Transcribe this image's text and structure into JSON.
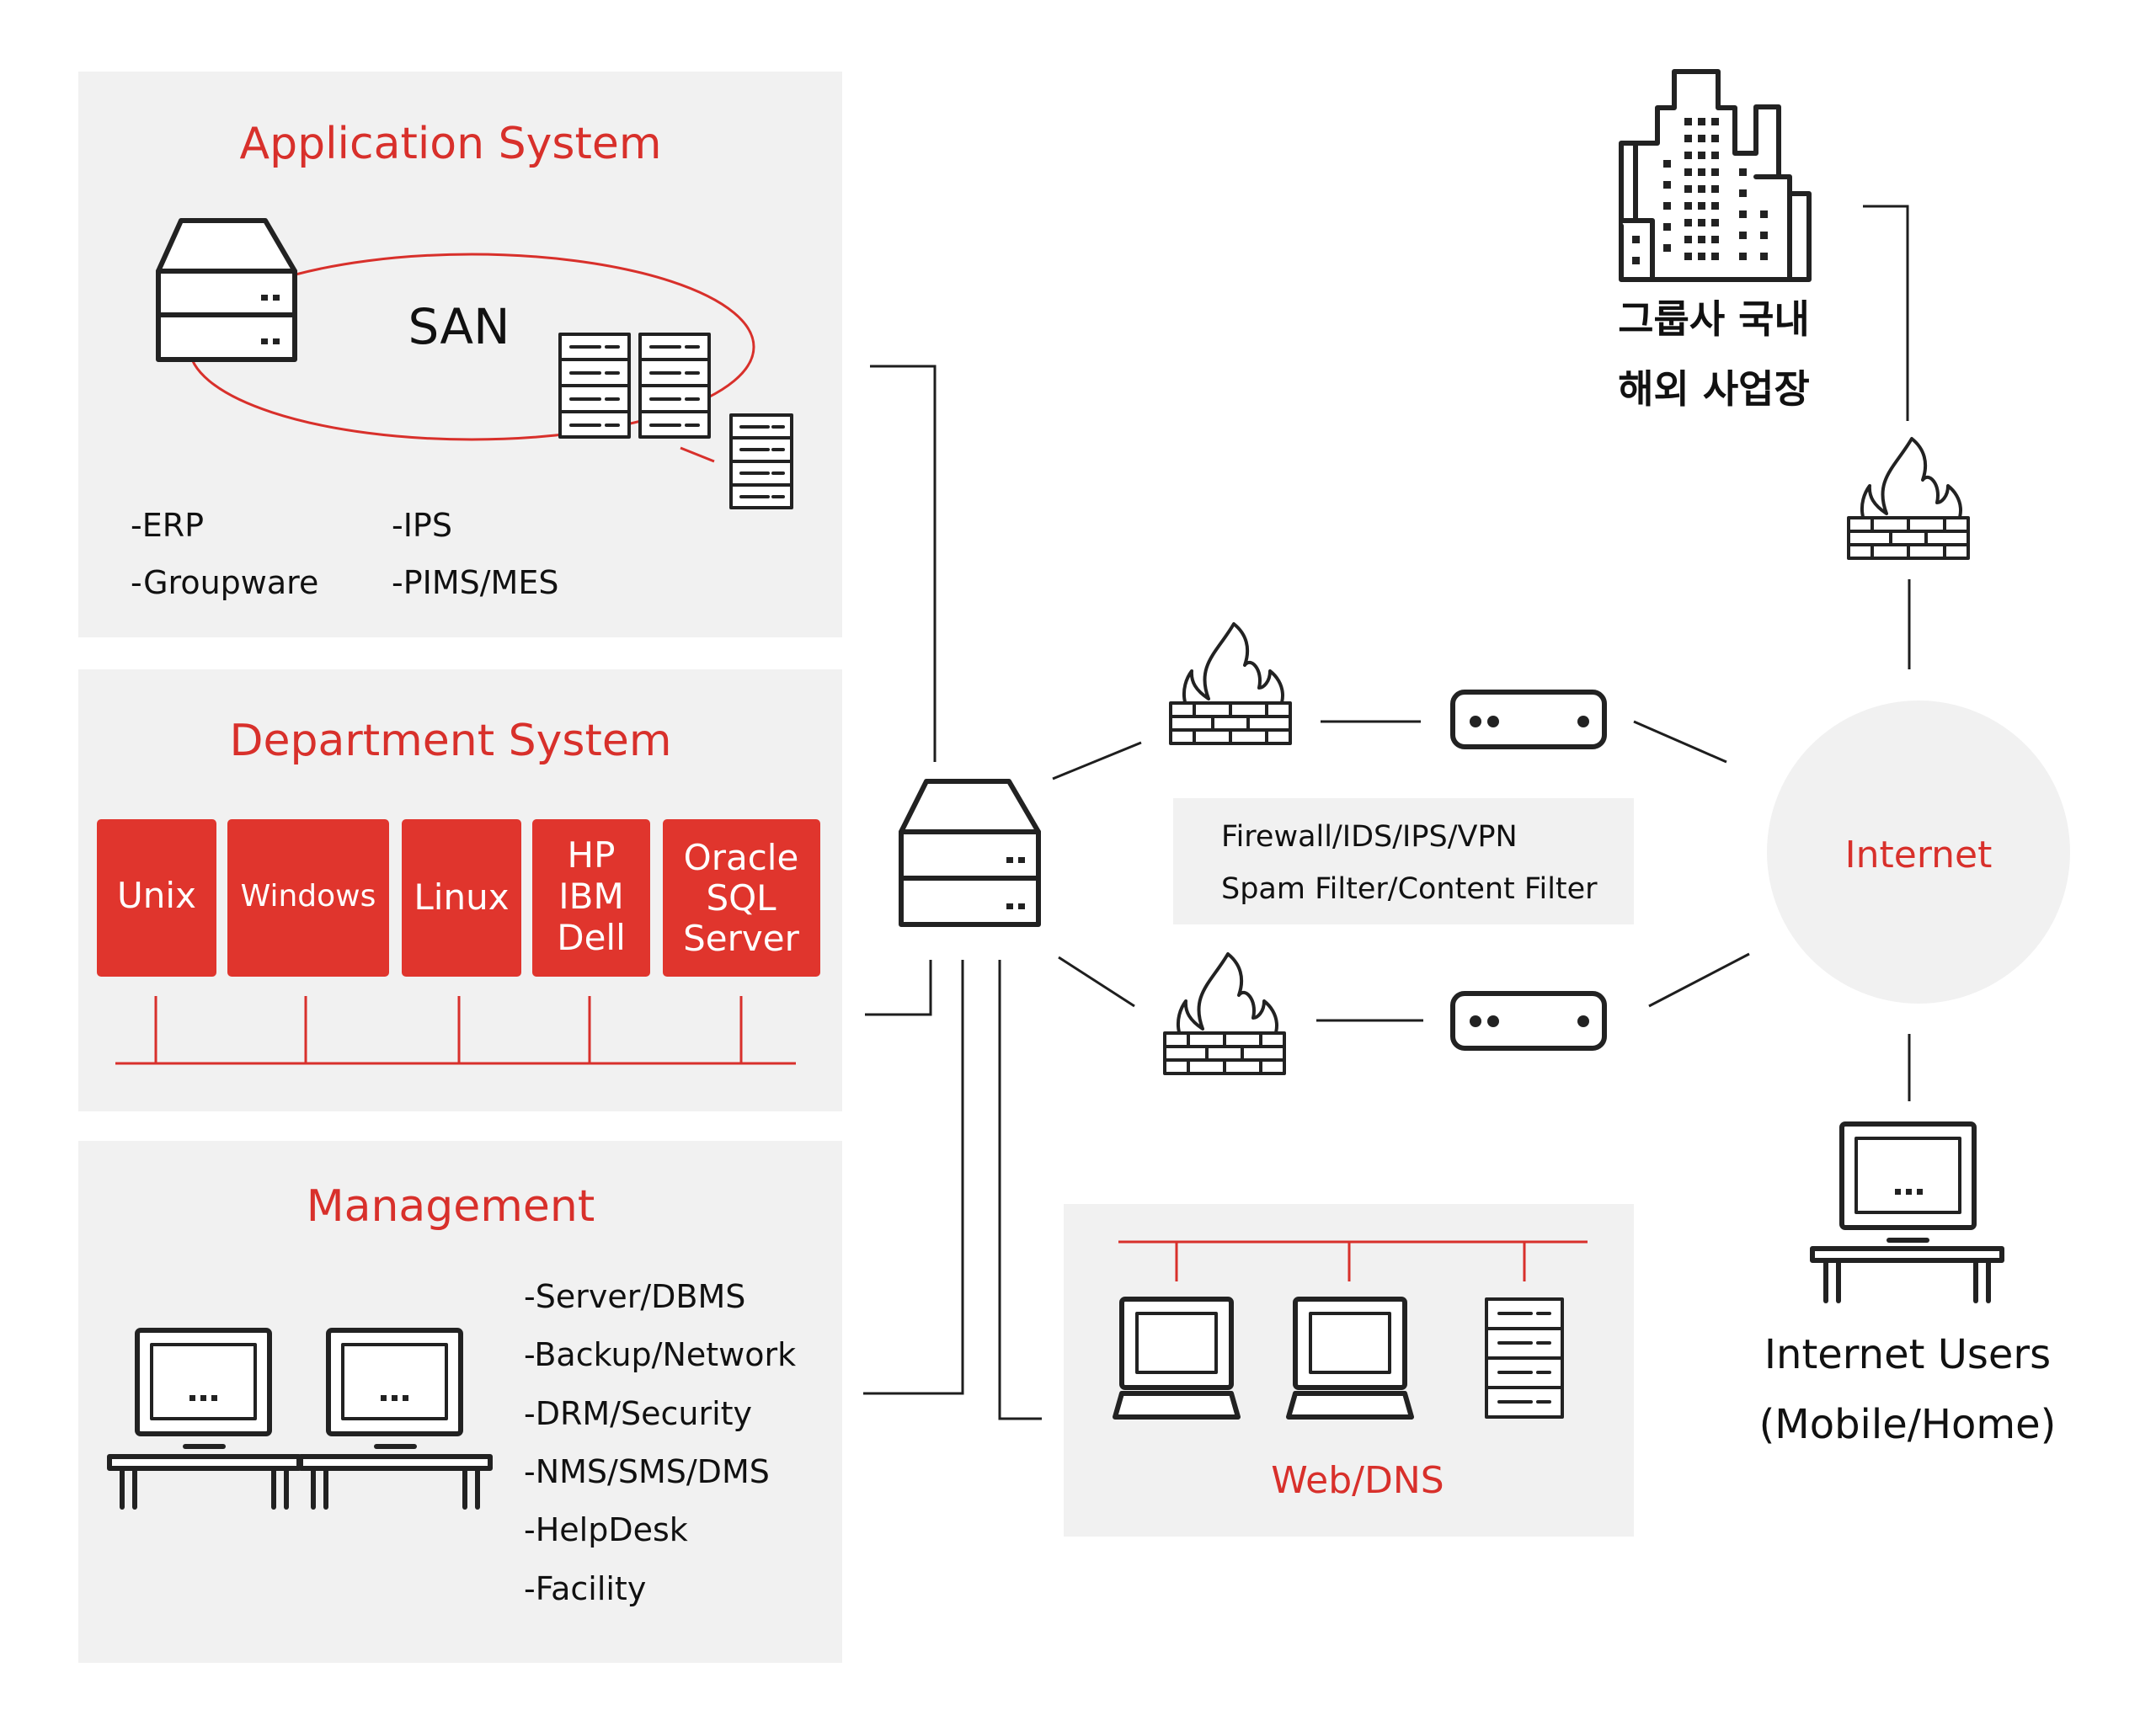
{
  "app": {
    "title": "Application System",
    "san_label": "SAN",
    "items": [
      "-ERP",
      "-Groupware",
      "-IPS",
      "-PIMS/MES"
    ]
  },
  "dept": {
    "title": "Department System",
    "os": [
      {
        "lines": [
          "Unix"
        ]
      },
      {
        "lines": [
          "Windows"
        ]
      },
      {
        "lines": [
          "Linux"
        ]
      },
      {
        "lines": [
          "HP",
          "IBM",
          "Dell"
        ]
      },
      {
        "lines": [
          "Oracle",
          "SQL",
          "Server"
        ]
      }
    ]
  },
  "mgmt": {
    "title": "Management",
    "items": [
      "-Server/DBMS",
      "-Backup/Network",
      "-DRM/Security",
      "-NMS/SMS/DMS",
      "-HelpDesk",
      "-Facility"
    ]
  },
  "security": {
    "lines": [
      "Firewall/IDS/IPS/VPN",
      "Spam Filter/Content Filter"
    ]
  },
  "web": {
    "title": "Web/DNS"
  },
  "internet": {
    "label": "Internet"
  },
  "group": {
    "lines": [
      "그룹사 국내",
      "해외 사업장"
    ]
  },
  "users": {
    "lines": [
      "Internet Users",
      "(Mobile/Home)"
    ]
  },
  "colors": {
    "accent": "#d8302b",
    "panel": "#f1f1f1",
    "line": "#1e1e1e"
  }
}
